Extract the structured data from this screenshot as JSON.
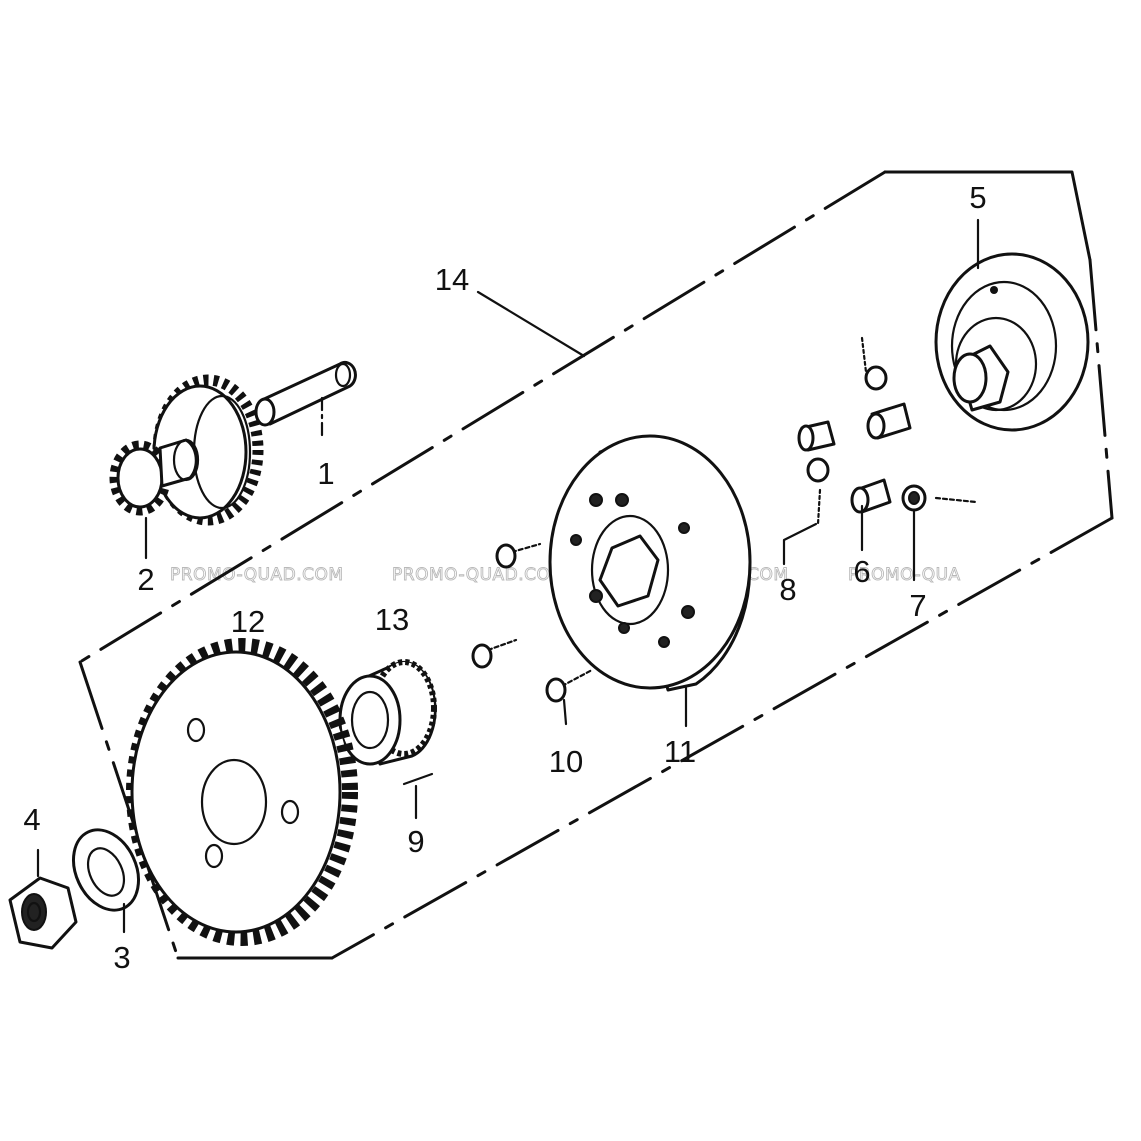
{
  "diagram": {
    "part_callouts": [
      {
        "id": "1",
        "label": "1"
      },
      {
        "id": "2",
        "label": "2"
      },
      {
        "id": "3",
        "label": "3"
      },
      {
        "id": "4",
        "label": "4"
      },
      {
        "id": "5",
        "label": "5"
      },
      {
        "id": "6",
        "label": "6"
      },
      {
        "id": "7",
        "label": "7"
      },
      {
        "id": "8",
        "label": "8"
      },
      {
        "id": "9",
        "label": "9"
      },
      {
        "id": "10",
        "label": "10"
      },
      {
        "id": "11",
        "label": "11"
      },
      {
        "id": "12",
        "label": "12"
      },
      {
        "id": "13",
        "label": "13"
      },
      {
        "id": "14",
        "label": "14"
      }
    ],
    "watermarks": [
      "PROMO-QUAD.COM",
      "PROMO-QUAD.COM",
      "PROMO-QUAD.COM",
      "PROMO-QUA"
    ],
    "colors": {
      "line": "#111111",
      "background": "#ffffff",
      "watermark": "#b9b9b9"
    }
  }
}
